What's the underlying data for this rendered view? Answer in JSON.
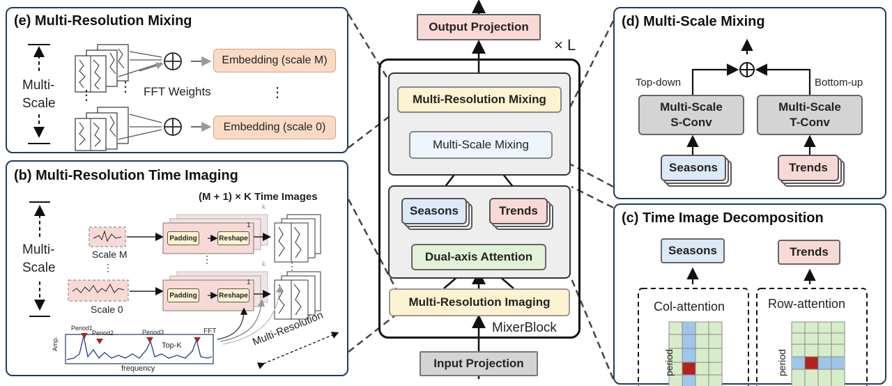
{
  "center": {
    "output_projection": "Output Projection",
    "times_l": "× L",
    "multi_resolution_mixing": "Multi-Resolution Mixing",
    "multi_scale_mixing": "Multi-Scale Mixing",
    "seasons": "Seasons",
    "trends": "Trends",
    "dual_axis_attention": "Dual-axis Attention",
    "multi_resolution_imaging": "Multi-Resolution Imaging",
    "mixer_block": "MixerBlock",
    "input_projection": "Input Projection"
  },
  "panel_e": {
    "title": "(e) Multi-Resolution Mixing",
    "side_label_1": "Multi-",
    "side_label_2": "Scale",
    "fft_weights": "FFT Weights",
    "embedding_top": "Embedding (scale M)",
    "embedding_bottom": "Embedding (scale 0)",
    "dots": "⋮",
    "oplus": "⊕"
  },
  "panel_b": {
    "title": "(b) Multi-Resolution Time Imaging",
    "time_images_label": "(M + 1) × K  Time Images",
    "side_label_1": "Multi-",
    "side_label_2": "Scale",
    "scale_m": "Scale M",
    "scale_0": "Scale 0",
    "padding": "Padding",
    "reshape": "Reshape",
    "k": "k",
    "one": "1",
    "dots": "⋮",
    "period1": "Period1",
    "period2": "Period2",
    "period3": "Period3",
    "fft": "FFT",
    "top_k": "Top-K",
    "amp": "Amp.",
    "frequency": "frequency",
    "multi_resolution": "Multi-Resolution"
  },
  "panel_d": {
    "title": "(d) Multi-Scale Mixing",
    "top_down": "Top-down",
    "bottom_up": "Bottom-up",
    "s_conv": "Multi-Scale\nS-Conv",
    "s_conv_1": "Multi-Scale",
    "s_conv_2": "S-Conv",
    "t_conv_1": "Multi-Scale",
    "t_conv_2": "T-Conv",
    "seasons": "Seasons",
    "trends": "Trends",
    "oplus": "⊕"
  },
  "panel_c": {
    "title": "(c) Time Image Decomposition",
    "seasons": "Seasons",
    "trends": "Trends",
    "col_attention": "Col-attention",
    "row_attention": "Row-attention",
    "period": "period"
  },
  "colors": {
    "panel_border": "#1f3b5e",
    "yellow": "#fdf3d0",
    "blue": "#dce9f9",
    "pink": "#f8d9d6",
    "green": "#e3f1d6",
    "gray": "#d4d4d4",
    "peach": "#fbdac4",
    "grid_green": "#d7edc9",
    "grid_blue": "#9fc6e8",
    "grid_red": "#b0241c"
  }
}
